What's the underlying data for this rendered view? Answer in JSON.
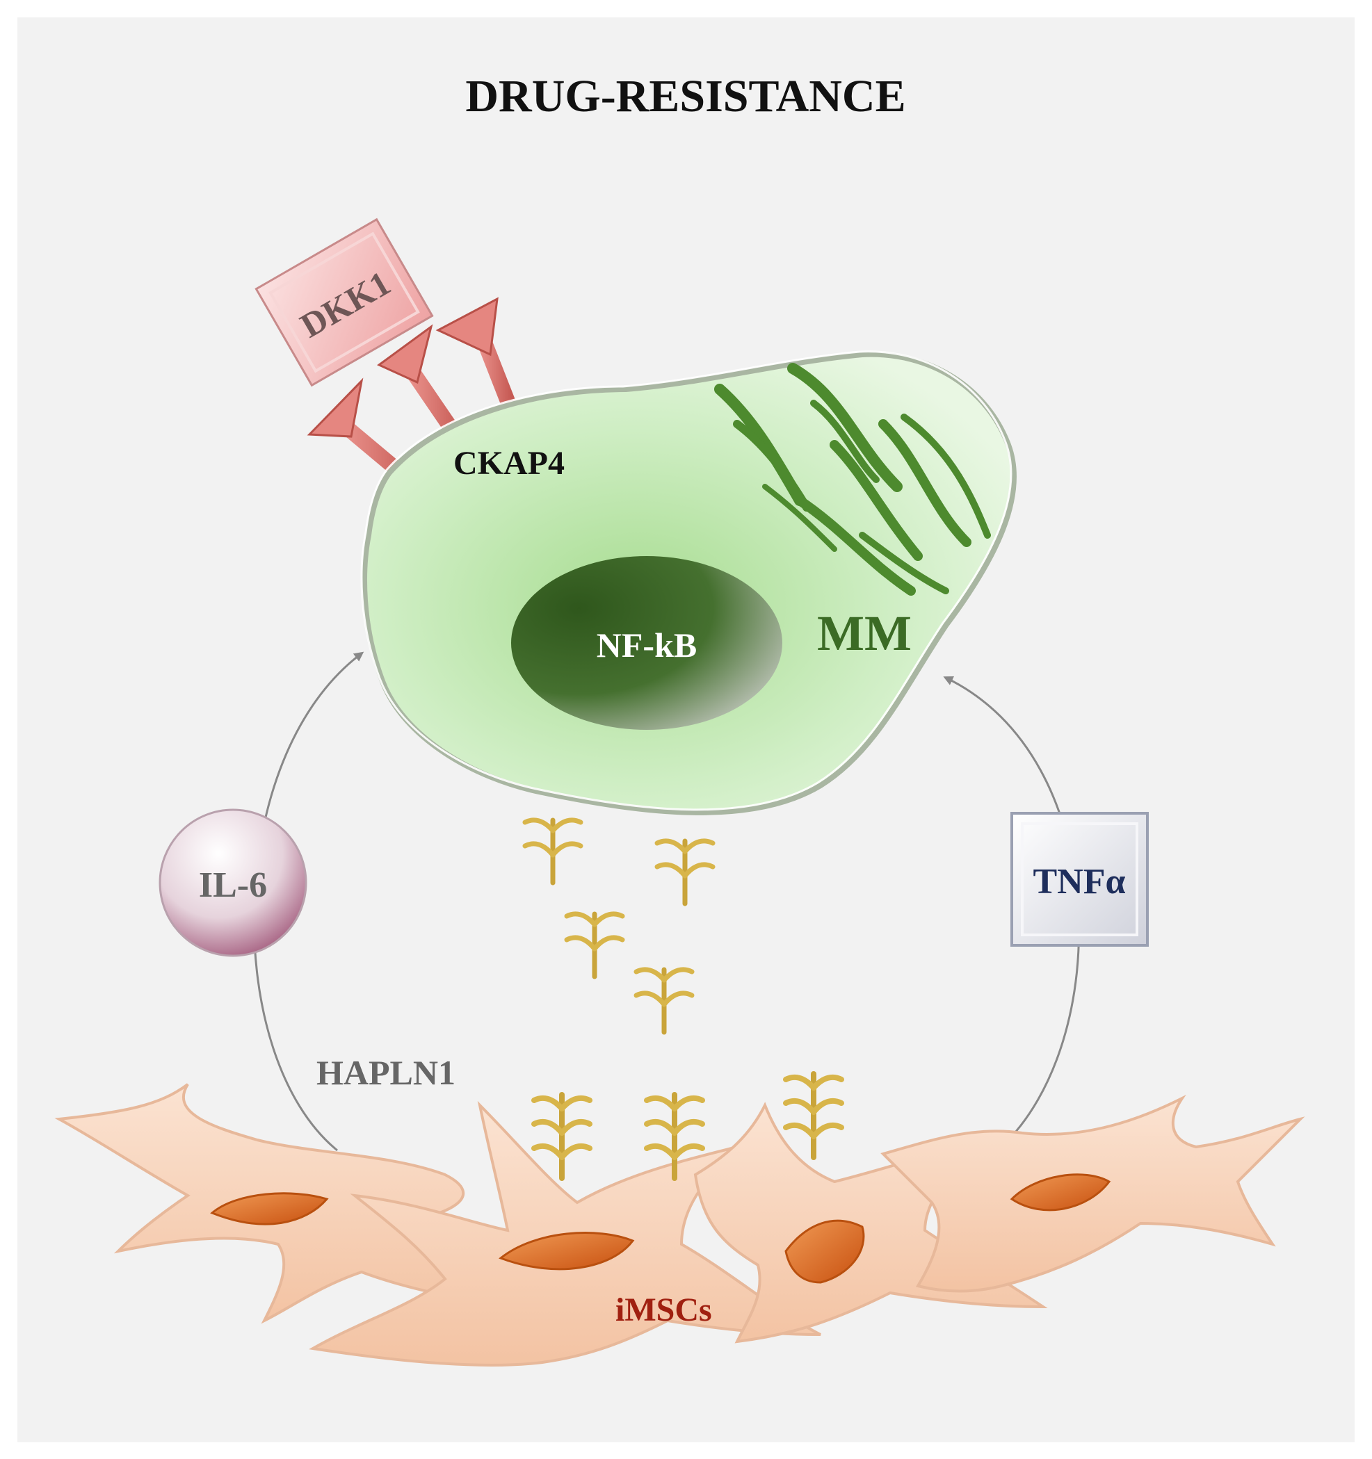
{
  "title": "DRUG-RESISTANCE",
  "labels": {
    "dkk1": "DKK1",
    "ckap4": "CKAP4",
    "nfkb": "NF-kB",
    "mm": "MM",
    "il6": "IL-6",
    "tnfa": "TNFα",
    "hapln1": "HAPLN1",
    "imscs": "iMSCs"
  },
  "colors": {
    "panel": "#f2f2f2",
    "title": "#111111",
    "mm_cell": "#cfeec4",
    "mm_label": "#3b6b25",
    "nucleus": "#3d6526",
    "organelle": "#4d8a2e",
    "receptor": "#d8726c",
    "dkk1_box": "#f6c3c3",
    "il6_ball": "#d8b7c6",
    "tnfa_box": "#e8e9ef",
    "tnfa_text": "#1e2e5c",
    "hapln1_text": "#666666",
    "hapln1_glyph": "#d8b54a",
    "stromal_cell": "#f6d2b8",
    "stromal_nucleus": "#d8651c",
    "imscs_text": "#a02010",
    "arrow": "#888888"
  }
}
